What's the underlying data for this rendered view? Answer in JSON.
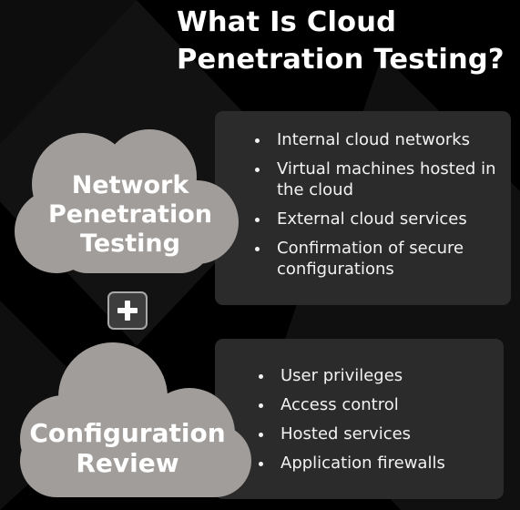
{
  "title": {
    "line1": "What Is Cloud",
    "line2": "Penetration Testing?"
  },
  "colors": {
    "background": "#000000",
    "background_pattern": "#121212",
    "panel": "#2b2b2b",
    "cloud": "#a19d9a",
    "text": "#ffffff",
    "plus_box": "#3d3d3d"
  },
  "section1": {
    "cloud_label": {
      "line1": "Network",
      "line2": "Penetration",
      "line3": "Testing"
    },
    "items": [
      "Internal cloud networks",
      "Virtual machines hosted in the cloud",
      "External cloud services",
      "Confirmation of secure configurations"
    ]
  },
  "connector_icon": "plus-icon",
  "section2": {
    "cloud_label": {
      "line1": "Configuration",
      "line2": "Review"
    },
    "items": [
      "User privileges",
      "Access control",
      "Hosted services",
      "Application firewalls"
    ]
  }
}
